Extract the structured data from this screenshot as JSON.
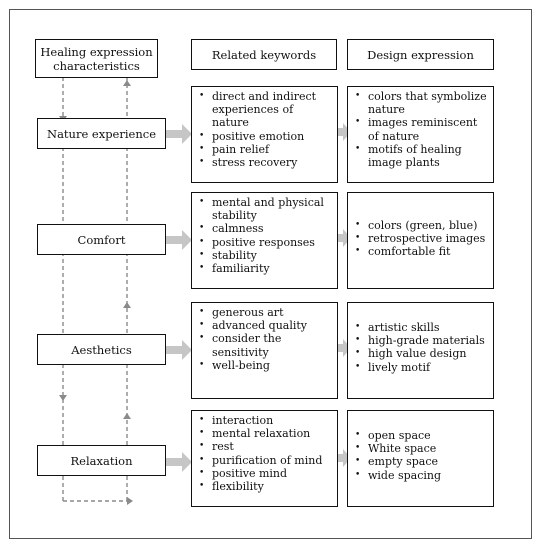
{
  "headers": {
    "characteristics": "Healing expression characteristics",
    "keywords": "Related keywords",
    "design": "Design expression"
  },
  "rows": [
    {
      "category": "Nature experience",
      "keywords": [
        "direct and indirect experiences of nature",
        "positive emotion",
        "pain relief",
        "stress recovery"
      ],
      "design": [
        "colors that symbolize nature",
        "images reminiscent of nature",
        "motifs of healing image plants"
      ]
    },
    {
      "category": "Comfort",
      "keywords": [
        "mental and physical stability",
        "calmness",
        "positive responses",
        "stability",
        "familiarity"
      ],
      "design": [
        "colors (green, blue)",
        "retrospective images",
        "comfortable fit"
      ]
    },
    {
      "category": "Aesthetics",
      "keywords": [
        "generous art",
        "advanced quality",
        "consider the sensitivity",
        "well-being"
      ],
      "design": [
        "artistic skills",
        "high-grade materials",
        "high value design",
        "lively motif"
      ]
    },
    {
      "category": "Relaxation",
      "keywords": [
        "interaction",
        "mental relaxation",
        "rest",
        "purification of mind",
        "positive mind",
        "flexibility"
      ],
      "design": [
        "open space",
        "White space",
        "empty space",
        "wide spacing"
      ]
    }
  ]
}
